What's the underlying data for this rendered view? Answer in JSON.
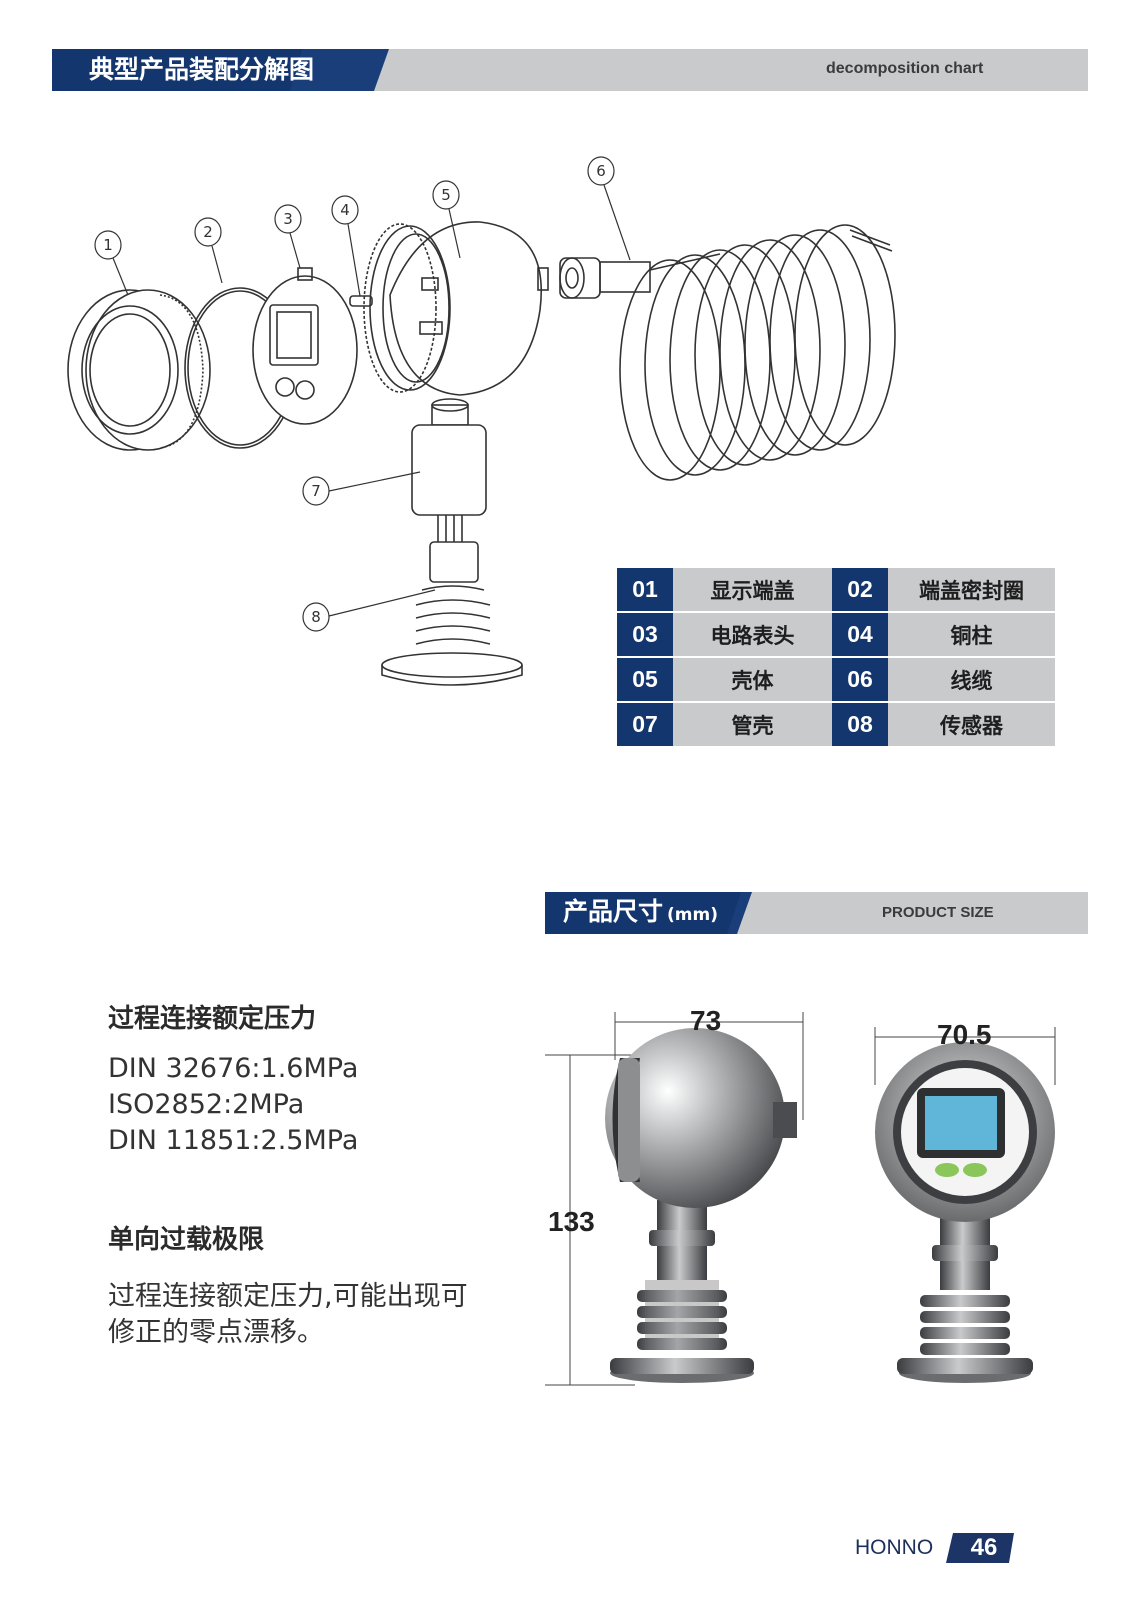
{
  "section1": {
    "title_cn": "典型产品装配分解图",
    "title_en": "decomposition chart"
  },
  "callouts": [
    "1",
    "2",
    "3",
    "4",
    "5",
    "6",
    "7",
    "8"
  ],
  "parts": [
    {
      "num": "01",
      "name": "显示端盖"
    },
    {
      "num": "02",
      "name": "端盖密封圈"
    },
    {
      "num": "03",
      "name": "电路表头"
    },
    {
      "num": "04",
      "name": "铜柱"
    },
    {
      "num": "05",
      "name": "壳体"
    },
    {
      "num": "06",
      "name": "线缆"
    },
    {
      "num": "07",
      "name": "管壳"
    },
    {
      "num": "08",
      "name": "传感器"
    }
  ],
  "section2": {
    "title_cn": "产品尺寸",
    "title_unit": "(mm)",
    "title_en": "PRODUCT SIZE"
  },
  "pressure": {
    "heading": "过程连接额定压力",
    "lines": [
      "DIN 32676:1.6MPa",
      "ISO2852:2MPa",
      "DIN 11851:2.5MPa"
    ]
  },
  "overload": {
    "heading": "单向过载极限",
    "lines": [
      "过程连接额定压力,可能出现可",
      "修正的零点漂移。"
    ]
  },
  "dimensions": {
    "width_side": "73",
    "width_front": "70.5",
    "height": "133"
  },
  "footer": {
    "brand": "HONNO",
    "page": "46"
  },
  "colors": {
    "navy": "#14366e",
    "gray_bar": "#c9cacc"
  }
}
